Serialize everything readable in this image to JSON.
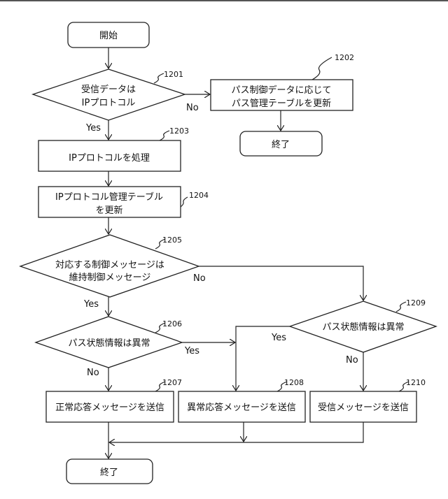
{
  "nodes": {
    "start": {
      "label": "開始"
    },
    "d1201": {
      "ref": "1201",
      "line1": "受信データは",
      "line2": "IPプロトコル"
    },
    "p1202": {
      "ref": "1202",
      "line1": "パス制御データに応じて",
      "line2": "パス管理テーブルを更新"
    },
    "end1": {
      "label": "終了"
    },
    "p1203": {
      "ref": "1203",
      "label": "IPプロトコルを処理"
    },
    "p1204": {
      "ref": "1204",
      "line1": "IPプロトコル管理テーブル",
      "line2": "を更新"
    },
    "d1205": {
      "ref": "1205",
      "line1": "対応する制御メッセージは",
      "line2": "維持制御メッセージ"
    },
    "d1206": {
      "ref": "1206",
      "label": "パス状態情報は異常"
    },
    "d1209": {
      "ref": "1209",
      "label": "パス状態情報は異常"
    },
    "p1207": {
      "ref": "1207",
      "label": "正常応答メッセージを送信"
    },
    "p1208": {
      "ref": "1208",
      "label": "異常応答メッセージを送信"
    },
    "p1210": {
      "ref": "1210",
      "label": "受信メッセージを送信"
    },
    "end2": {
      "label": "終了"
    }
  },
  "edges": {
    "yes": "Yes",
    "no": "No"
  }
}
